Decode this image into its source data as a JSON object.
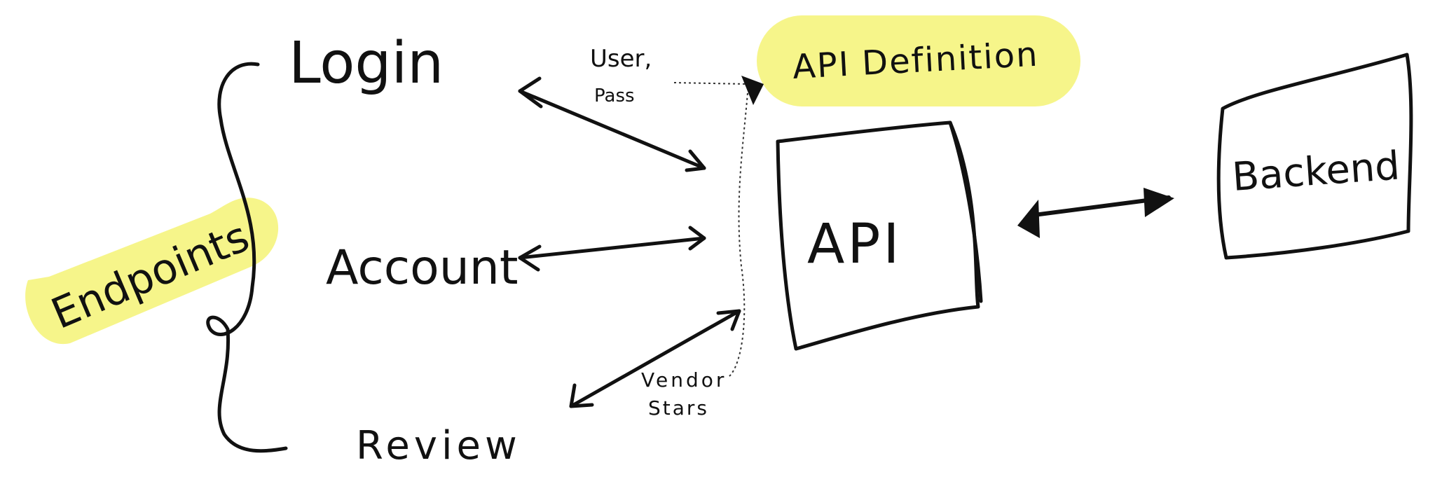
{
  "diagram": {
    "highlight_color": "#f6f58a",
    "ink_color": "#111111",
    "endpoints_label": "Endpoints",
    "endpoints": [
      {
        "label": "Login"
      },
      {
        "label": "Account"
      },
      {
        "label": "Review"
      }
    ],
    "annotation_login": {
      "line1": "User,",
      "line2": "Pass"
    },
    "annotation_review": {
      "line1": "Vendor",
      "line2": "Stars"
    },
    "api_definition_label": "API Definition",
    "api_box_label": "API",
    "backend_box_label": "Backend"
  }
}
